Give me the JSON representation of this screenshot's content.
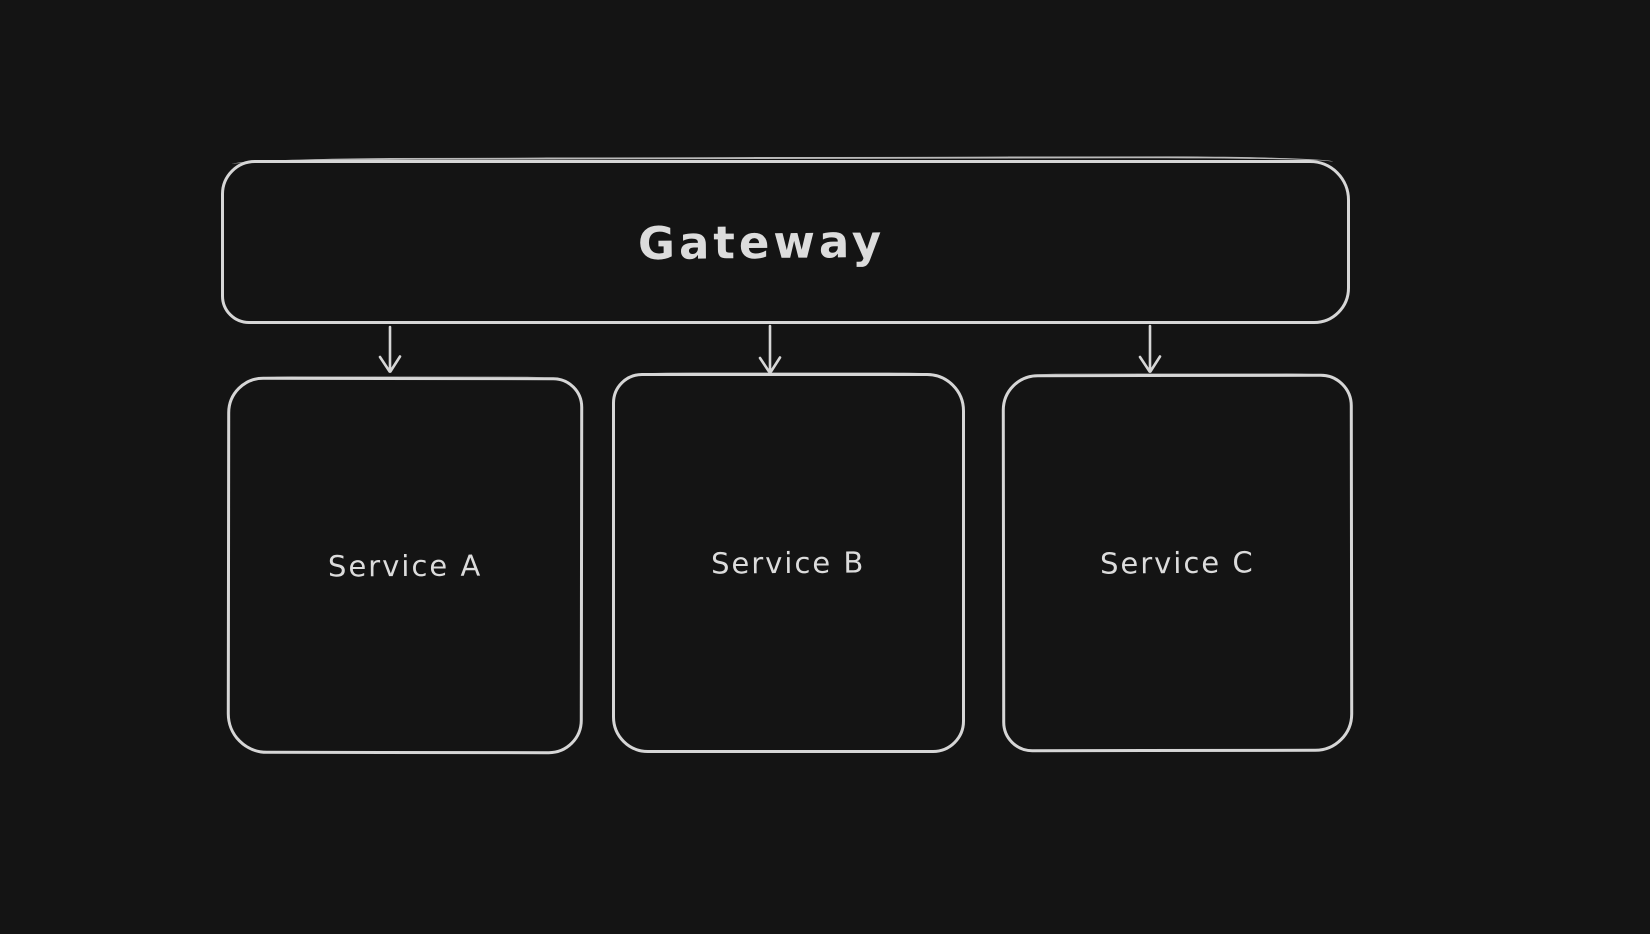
{
  "canvas": {
    "background": "#141414",
    "stroke": "#d6d6d6",
    "text_color": "#dcdcdc"
  },
  "diagram": {
    "type": "flowchart",
    "style": "hand-drawn whiteboard (dark theme)",
    "gateway": {
      "label": "Gateway"
    },
    "services": [
      {
        "label": "Service A"
      },
      {
        "label": "Service B"
      },
      {
        "label": "Service C"
      }
    ],
    "connections": [
      {
        "from": "Gateway",
        "to": "Service A",
        "arrow": "down"
      },
      {
        "from": "Gateway",
        "to": "Service B",
        "arrow": "down"
      },
      {
        "from": "Gateway",
        "to": "Service C",
        "arrow": "down"
      }
    ]
  }
}
